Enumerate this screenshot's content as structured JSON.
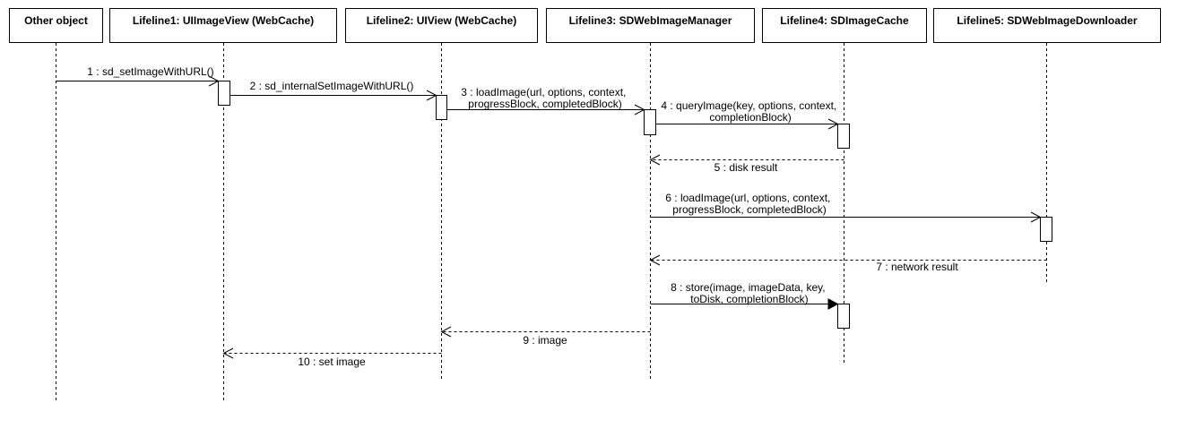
{
  "lifelines": [
    {
      "id": "other",
      "title": "Other object"
    },
    {
      "id": "l1",
      "title": "Lifeline1: UIImageView (WebCache)"
    },
    {
      "id": "l2",
      "title": "Lifeline2: UIView (WebCache)"
    },
    {
      "id": "l3",
      "title": "Lifeline3: SDWebImageManager"
    },
    {
      "id": "l4",
      "title": "Lifeline4: SDImageCache"
    },
    {
      "id": "l5",
      "title": "Lifeline5: SDWebImageDownloader"
    }
  ],
  "messages": [
    {
      "id": "m1",
      "label": "1 : sd_setImageWithURL()",
      "from": "other",
      "to": "l1",
      "kind": "call-open"
    },
    {
      "id": "m2",
      "label": "2 : sd_internalSetImageWithURL()",
      "from": "l1",
      "to": "l2",
      "kind": "call-open"
    },
    {
      "id": "m3",
      "label": [
        "3 : loadImage(url, options, context,",
        "progressBlock, completedBlock)"
      ],
      "from": "l2",
      "to": "l3",
      "kind": "call-open"
    },
    {
      "id": "m4",
      "label": [
        "4 : queryImage(key, options, context,",
        "completionBlock)"
      ],
      "from": "l3",
      "to": "l4",
      "kind": "call-open"
    },
    {
      "id": "m5",
      "label": "5 : disk result",
      "from": "l4",
      "to": "l3",
      "kind": "return"
    },
    {
      "id": "m6",
      "label": [
        "6 : loadImage(url, options, context,",
        "progressBlock, completedBlock)"
      ],
      "from": "l3",
      "to": "l5",
      "kind": "call-open"
    },
    {
      "id": "m7",
      "label": "7 : network result",
      "from": "l5",
      "to": "l3",
      "kind": "return"
    },
    {
      "id": "m8",
      "label": [
        "8 : store(image, imageData, key,",
        "toDisk, completionBlock)"
      ],
      "from": "l3",
      "to": "l4",
      "kind": "call-filled"
    },
    {
      "id": "m9",
      "label": "9 : image",
      "from": "l3",
      "to": "l2",
      "kind": "return"
    },
    {
      "id": "m10",
      "label": "10 : set image",
      "from": "l2",
      "to": "l1",
      "kind": "return"
    }
  ]
}
